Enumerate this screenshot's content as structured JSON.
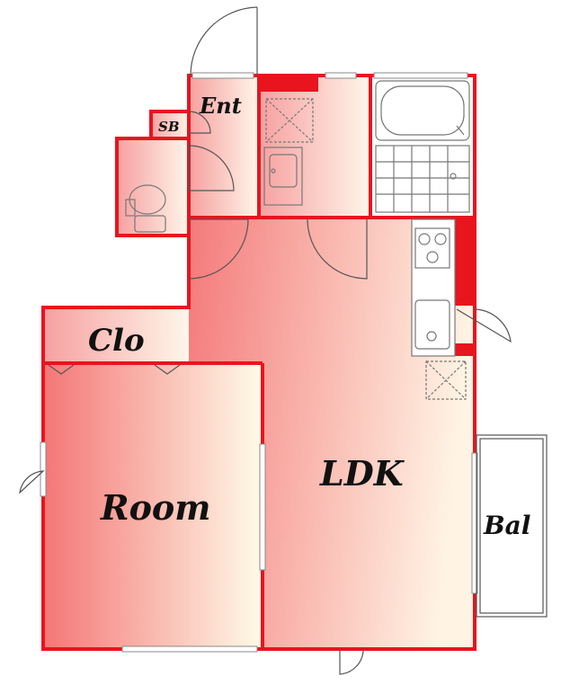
{
  "floorplan": {
    "rooms": {
      "entrance": {
        "label": "Ent"
      },
      "shoe_box": {
        "label": "SB"
      },
      "closet": {
        "label": "Clo"
      },
      "room": {
        "label": "Room"
      },
      "ldk": {
        "label": "LDK"
      },
      "balcony": {
        "label": "Bal"
      }
    }
  },
  "colors": {
    "wall": "#e8141e",
    "room_fill_dark": "#f47878",
    "room_fill_light": "#fff8e6",
    "fixture_line": "#777777",
    "door_line": "#555555"
  }
}
